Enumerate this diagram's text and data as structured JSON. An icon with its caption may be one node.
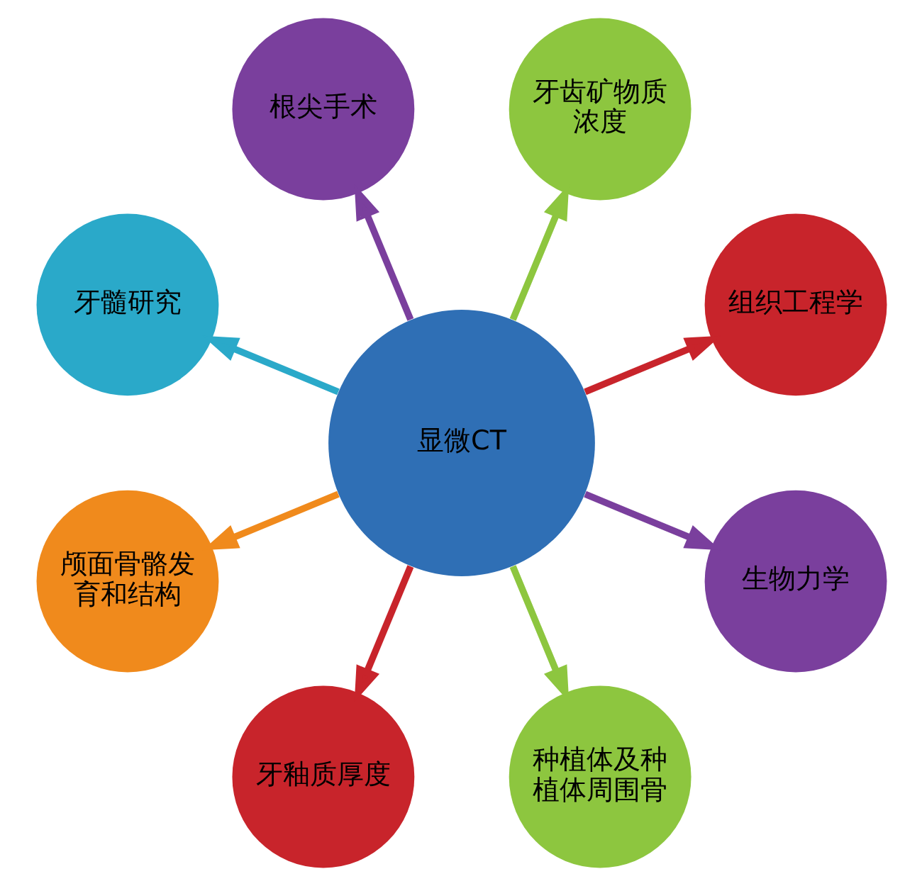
{
  "diagram": {
    "nodes": [
      {
        "text": [
          "显微CT"
        ]
      },
      {
        "text": [
          "组织工程学"
        ]
      },
      {
        "text": [
          "牙齿矿物质浓度"
        ]
      },
      {
        "text": [
          "根尖手术"
        ]
      },
      {
        "text": [
          "牙髓研究"
        ]
      },
      {
        "text": [
          "颅面骨骼发育和结构"
        ]
      },
      {
        "text": [
          "牙釉质厚度"
        ]
      },
      {
        "text": [
          "种植体及种植体周围骨"
        ]
      },
      {
        "text": [
          "生物力学"
        ]
      }
    ],
    "edges": [
      {
        "from": 0,
        "to": 1,
        "arrow": "to",
        "color": "#c8242b"
      },
      {
        "from": 0,
        "to": 2,
        "arrow": "to",
        "color": "#8dc63f"
      },
      {
        "from": 0,
        "to": 3,
        "arrow": "to",
        "color": "#7a3f9d"
      },
      {
        "from": 0,
        "to": 4,
        "arrow": "to",
        "color": "#2aa9c9"
      },
      {
        "from": 0,
        "to": 5,
        "arrow": "to",
        "color": "#f08a1c"
      },
      {
        "from": 0,
        "to": 6,
        "arrow": "to",
        "color": "#c8242b"
      },
      {
        "from": 0,
        "to": 7,
        "arrow": "to",
        "color": "#8dc63f"
      },
      {
        "from": 0,
        "to": 8,
        "arrow": "to",
        "color": "#7a3f9d"
      }
    ]
  }
}
